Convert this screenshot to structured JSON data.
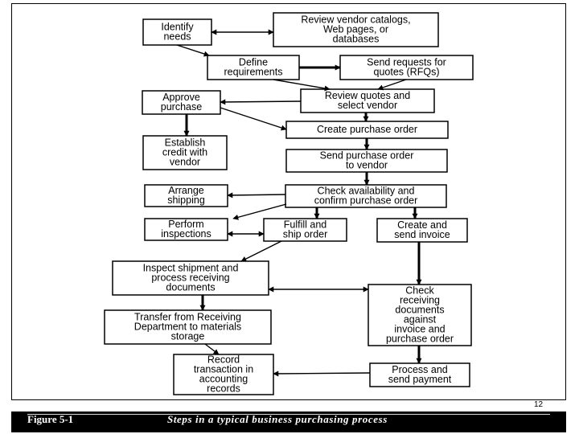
{
  "figure": {
    "page_number": "12",
    "caption_label": "Figure 5-1",
    "caption_text": "Steps in a typical business purchasing process"
  },
  "nodes": [
    {
      "id": "identify",
      "lines": [
        "Identify",
        "needs"
      ]
    },
    {
      "id": "review-catalogs",
      "lines": [
        "Review vendor catalogs,",
        "Web pages, or",
        "databases"
      ]
    },
    {
      "id": "define-req",
      "lines": [
        "Define",
        "requirements"
      ]
    },
    {
      "id": "send-rfq",
      "lines": [
        "Send requests for",
        "quotes (RFQs)"
      ]
    },
    {
      "id": "approve",
      "lines": [
        "Approve",
        "purchase"
      ]
    },
    {
      "id": "review-quotes",
      "lines": [
        "Review quotes and",
        "select vendor"
      ]
    },
    {
      "id": "create-po",
      "lines": [
        "Create purchase order"
      ]
    },
    {
      "id": "establish-credit",
      "lines": [
        "Establish",
        "credit with",
        "vendor"
      ]
    },
    {
      "id": "send-po",
      "lines": [
        "Send purchase order",
        "to vendor"
      ]
    },
    {
      "id": "arrange-shipping",
      "lines": [
        "Arrange",
        "shipping"
      ]
    },
    {
      "id": "check-availability",
      "lines": [
        "Check availability and",
        "confirm purchase order"
      ]
    },
    {
      "id": "perform-inspections",
      "lines": [
        "Perform",
        "inspections"
      ]
    },
    {
      "id": "fulfill",
      "lines": [
        "Fulfill and",
        "ship order"
      ]
    },
    {
      "id": "create-invoice",
      "lines": [
        "Create and",
        "send invoice"
      ]
    },
    {
      "id": "inspect-shipment",
      "lines": [
        "Inspect shipment and",
        "process receiving",
        "documents"
      ]
    },
    {
      "id": "check-receiving",
      "lines": [
        "Check",
        "receiving",
        "documents",
        "against",
        "invoice and",
        "purchase order"
      ]
    },
    {
      "id": "transfer",
      "lines": [
        "Transfer from Receiving",
        "Department to materials",
        "storage"
      ]
    },
    {
      "id": "record",
      "lines": [
        "Record",
        "transaction in",
        "accounting",
        "records"
      ]
    },
    {
      "id": "process-payment",
      "lines": [
        "Process and",
        "send payment"
      ]
    }
  ]
}
